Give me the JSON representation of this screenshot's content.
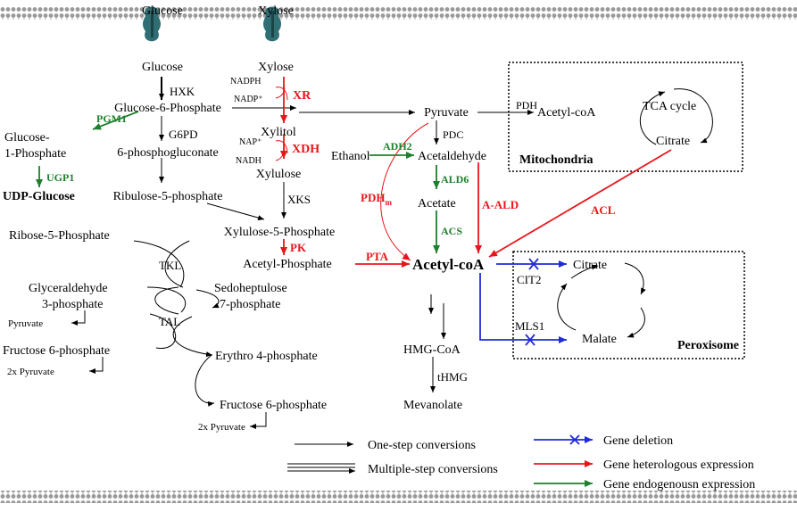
{
  "colors": {
    "one_step": "#000000",
    "deletion": "#1f2bd6",
    "heterologous": "#e8161b",
    "endogenous": "#1e7f2c",
    "membrane": "#8a8a8a",
    "transporter": "#2f6e73"
  },
  "sugars": {
    "glucose_out": "Glucose",
    "glucose_in": "Glucose",
    "xylose_out": "Xylose",
    "xylose_in": "Xylose"
  },
  "metabolites": {
    "g6p": "Glucose-6-Phosphate",
    "g1p_line1": "Glucose-",
    "g1p_line2": "1-Phosphate",
    "udp_glucose": "UDP-Glucose",
    "phosphogluconate": "6-phosphogluconate",
    "ru5p": "Ribulose-5-phosphate",
    "r5p": "Ribose-5-Phosphate",
    "gap_line1": "Glyceraldehyde",
    "gap_line2": "3-phosphate",
    "pyruvate_small": "Pyruvate",
    "f6p_left": "Fructose 6-phosphate",
    "two_pyruvate_left": "2x Pyruvate",
    "xylitol": "Xylitol",
    "xylulose": "Xylulose",
    "x5p": "Xylulose-5-Phosphate",
    "acetyl_phosphate": "Acetyl-Phosphate",
    "s7p_line1": "Sedoheptulose",
    "s7p_line2": "7-phosphate",
    "e4p": "Erythro 4-phosphate",
    "f6p_bottom": "Fructose 6-phosphate",
    "two_pyruvate_bottom": "2x Pyruvate",
    "pyruvate": "Pyruvate",
    "ethanol": "Ethanol",
    "acetaldehyde": "Acetaldehyde",
    "acetate": "Acetate",
    "acetyl_coa": "Acetyl-coA",
    "hmg_coa": "HMG-CoA",
    "mevanolate": "Mevanolate",
    "acetyl_coa_mito": "Acetyl-coA",
    "tca_line1": "TCA cycle",
    "citrate_mito": "Citrate",
    "citrate_perox": "Citrate",
    "malate": "Malate"
  },
  "cofactors": {
    "nadph": "NADPH",
    "nadp": "NADP⁺",
    "nap": "NAP⁺",
    "nadh": "NADH"
  },
  "enzymes_black": {
    "hxk": "HXK",
    "g6pd": "G6PD",
    "xks": "XKS",
    "tkl": "TKL",
    "tal": "TAL",
    "pdh": "PDH",
    "pdc": "PDC",
    "thmg": "tHMG",
    "cit2": "CIT2",
    "mls1": "MLS1"
  },
  "enzymes_red": {
    "xr": "XR",
    "xdh": "XDH",
    "pk": "PK",
    "pta": "PTA",
    "pdh_m": "PDH",
    "pdh_m_sub": "m",
    "a_ald": "A-ALD",
    "acl": "ACL"
  },
  "enzymes_green": {
    "pgm1": "PGM1",
    "ugp1": "UGP1",
    "adh2": "ADH2",
    "ald6": "ALD6",
    "acs": "ACS"
  },
  "compartments": {
    "mitochondria": "Mitochondria",
    "peroxisome": "Peroxisome"
  },
  "legend": {
    "one_step": "One-step conversions",
    "multiple_step": "Multiple-step conversions",
    "deletion": "Gene deletion",
    "heterologous": "Gene heterologous expression",
    "endogenous": "Gene endogenousn expression"
  }
}
